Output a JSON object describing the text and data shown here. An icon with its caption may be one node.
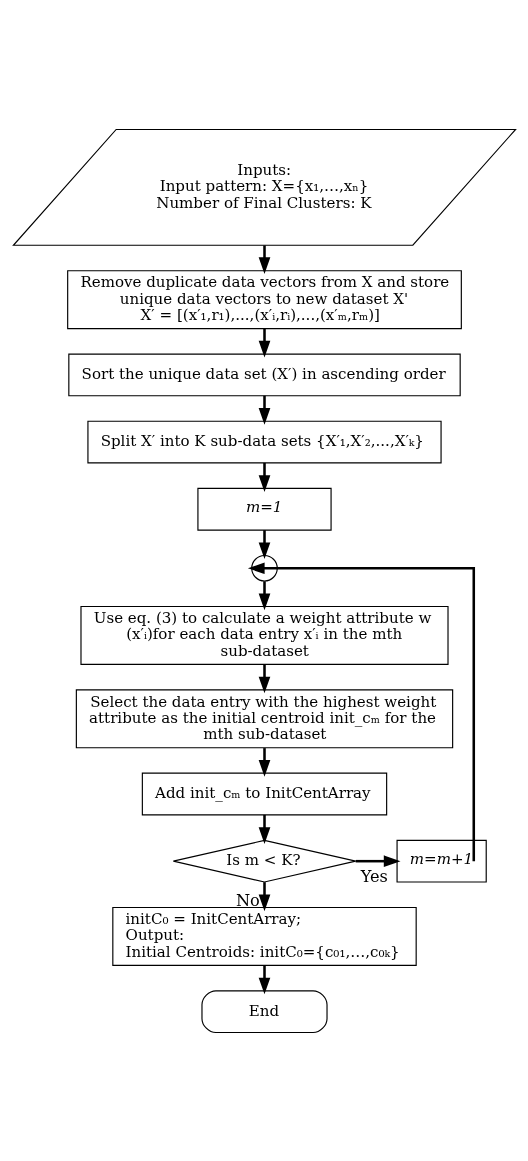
{
  "diagram": {
    "nodes": [
      {
        "text": [
          "Inputs:",
          "Input pattern: X={x₁,…,xₙ}",
          "Number of Final Clusters: K"
        ]
      },
      {
        "text": [
          "Remove duplicate data vectors from X and store unique data vectors to new dataset X'",
          "X′ = [(x′₁,r₁),...,(x′ᵢ,rᵢ),...,(x′ₘ,rₘ)]"
        ]
      },
      {
        "text": [
          "Sort the unique data set (X′) in ascending order"
        ]
      },
      {
        "text": [
          "Split X′ into K sub-data sets {X′₁,X′₂,...,X′ₖ}"
        ]
      },
      {
        "text": [
          "m=1"
        ]
      },
      {
        "text": [],
        "shape": "circle"
      },
      {
        "text": [
          "Use eq. (3) to calculate a weight attribute w (x′ᵢ)for each data entry x′ᵢ in the mth sub-dataset"
        ]
      },
      {
        "text": [
          "Select the data entry with the highest weight attribute as the initial centroid init_cₘ for the mth sub-dataset"
        ]
      },
      {
        "text": [
          "Add init_cₘ to InitCentArray"
        ]
      },
      {
        "text": [
          "Is m < K?"
        ]
      },
      {
        "text": [
          "m=m+1"
        ]
      },
      {
        "text": [
          "initC₀ = InitCentArray;",
          "Output:",
          "Initial Centroids: initC₀={c₀₁,…,c₀ₖ}"
        ]
      },
      {
        "text": [
          "End"
        ]
      }
    ],
    "edges": [
      {
        "from": 0,
        "to": 1,
        "arrow": "to"
      },
      {
        "from": 1,
        "to": 2,
        "arrow": "to"
      },
      {
        "from": 2,
        "to": 3,
        "arrow": "to"
      },
      {
        "from": 3,
        "to": 4,
        "arrow": "to"
      },
      {
        "from": 4,
        "to": 5,
        "arrow": "to"
      },
      {
        "from": 5,
        "to": 6,
        "arrow": "to"
      },
      {
        "from": 6,
        "to": 7,
        "arrow": "to"
      },
      {
        "from": 7,
        "to": 8,
        "arrow": "to"
      },
      {
        "from": 8,
        "to": 9,
        "arrow": "to"
      },
      {
        "from": 9,
        "to": 10,
        "arrow": "to",
        "label": "Yes"
      },
      {
        "from": 10,
        "to": 5,
        "arrow": "to"
      },
      {
        "from": 9,
        "to": 11,
        "arrow": "to",
        "label": "No"
      },
      {
        "from": 11,
        "to": 12,
        "arrow": "to"
      }
    ]
  }
}
